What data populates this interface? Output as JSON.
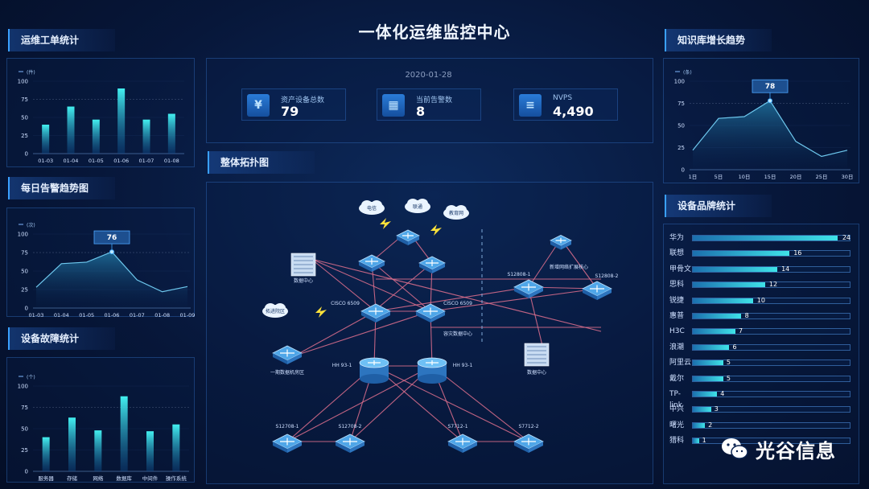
{
  "header": {
    "title": "一体化运维监控中心",
    "date": "2020-01-28"
  },
  "stats": [
    {
      "label": "资产设备总数",
      "value": "79",
      "icon": "yen-icon"
    },
    {
      "label": "当前告警数",
      "value": "8",
      "icon": "calendar-icon"
    },
    {
      "label": "NVPS",
      "value": "4,490",
      "icon": "coins-icon"
    }
  ],
  "panels": {
    "tickets": {
      "title": "运维工单统计",
      "unit": "(件)"
    },
    "alarms": {
      "title": "每日告警趋势图",
      "unit": "(次)",
      "badge": "76"
    },
    "faults": {
      "title": "设备故障统计",
      "unit": "(个)"
    },
    "knowledge": {
      "title": "知识库增长趋势",
      "unit": "(条)",
      "badge": "78"
    },
    "brands": {
      "title": "设备品牌统计"
    },
    "topology": {
      "title": "整体拓扑图"
    }
  },
  "chart_data": [
    {
      "type": "bar",
      "categories": [
        "01-03",
        "01-04",
        "01-05",
        "01-06",
        "01-07",
        "01-08"
      ],
      "values": [
        40,
        65,
        47,
        90,
        47,
        55
      ],
      "ylim": [
        0,
        100
      ],
      "yticks": [
        "0",
        "25",
        "50",
        "75",
        "100"
      ]
    },
    {
      "type": "area",
      "categories": [
        "01-03",
        "01-04",
        "01-05",
        "01-06",
        "01-07",
        "01-08",
        "01-09"
      ],
      "values": [
        28,
        60,
        62,
        76,
        38,
        22,
        29
      ],
      "ylim": [
        0,
        100
      ],
      "yticks": [
        "0",
        "25",
        "50",
        "75",
        "100"
      ]
    },
    {
      "type": "bar",
      "categories": [
        "服务器",
        "存储",
        "网络",
        "数据库",
        "中间件",
        "操作系统"
      ],
      "values": [
        40,
        63,
        48,
        88,
        47,
        55
      ],
      "ylim": [
        0,
        100
      ],
      "yticks": [
        "0",
        "25",
        "50",
        "75",
        "100"
      ]
    },
    {
      "type": "area",
      "categories": [
        "1日",
        "5日",
        "10日",
        "15日",
        "20日",
        "25日",
        "30日"
      ],
      "values": [
        22,
        58,
        60,
        78,
        32,
        15,
        22
      ],
      "ylim": [
        0,
        100
      ],
      "yticks": [
        "0",
        "25",
        "50",
        "75",
        "100"
      ]
    },
    {
      "type": "bar",
      "categories": [
        "华为",
        "联想",
        "甲骨文",
        "思科",
        "锐捷",
        "惠普",
        "H3C",
        "浪潮",
        "阿里云",
        "戴尔",
        "TP-link",
        "中兴",
        "曙光",
        "猎科"
      ],
      "values": [
        24,
        16,
        14,
        12,
        10,
        8,
        7,
        6,
        5,
        5,
        4,
        3,
        2,
        1
      ]
    }
  ],
  "topology": {
    "clouds": [
      "电信",
      "联通",
      "教育网",
      "拓进院区"
    ],
    "labels": [
      "数据中心",
      "CISCO 6509",
      "CISCO 6509",
      "S12808-1",
      "S12808-2",
      "新增网络扩展核心",
      "一期数据机房区",
      "HH 93-1",
      "HH 93-1",
      "S12708-1",
      "S12708-2",
      "S7712-1",
      "S7712-2",
      "容灾数据中心",
      "数据中心"
    ]
  },
  "watermark": {
    "text": "光谷信息"
  },
  "colors": {
    "accent": "#3fe3e8",
    "line": "#e0708e",
    "bg": "#07173a"
  }
}
